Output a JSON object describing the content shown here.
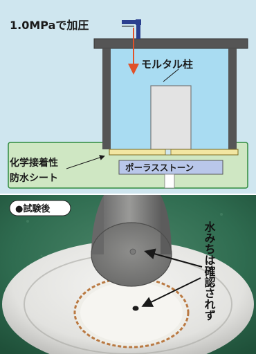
{
  "diagram": {
    "pressure_label": "1.0MPaで加圧",
    "column_label": "モルタル柱",
    "membrane_label": [
      "化学接着性",
      "防水シート"
    ],
    "stone_label": "ポーラスストーン"
  },
  "photo": {
    "badge_label": "●試験後",
    "caption_vertical": "水みちは確認されず"
  },
  "colors": {
    "panel_bg": "#cfe6ef",
    "vessel_water": "#a9dcf2",
    "frame": "#555555",
    "base_green": "#cfe7c3",
    "base_green_stroke": "#2f8a3e",
    "membrane_yellow": "#f2e6a2",
    "stone_blue": "#b9c7ea",
    "arrow_red": "#e0522a",
    "column_gray": "#e3e3e3"
  }
}
